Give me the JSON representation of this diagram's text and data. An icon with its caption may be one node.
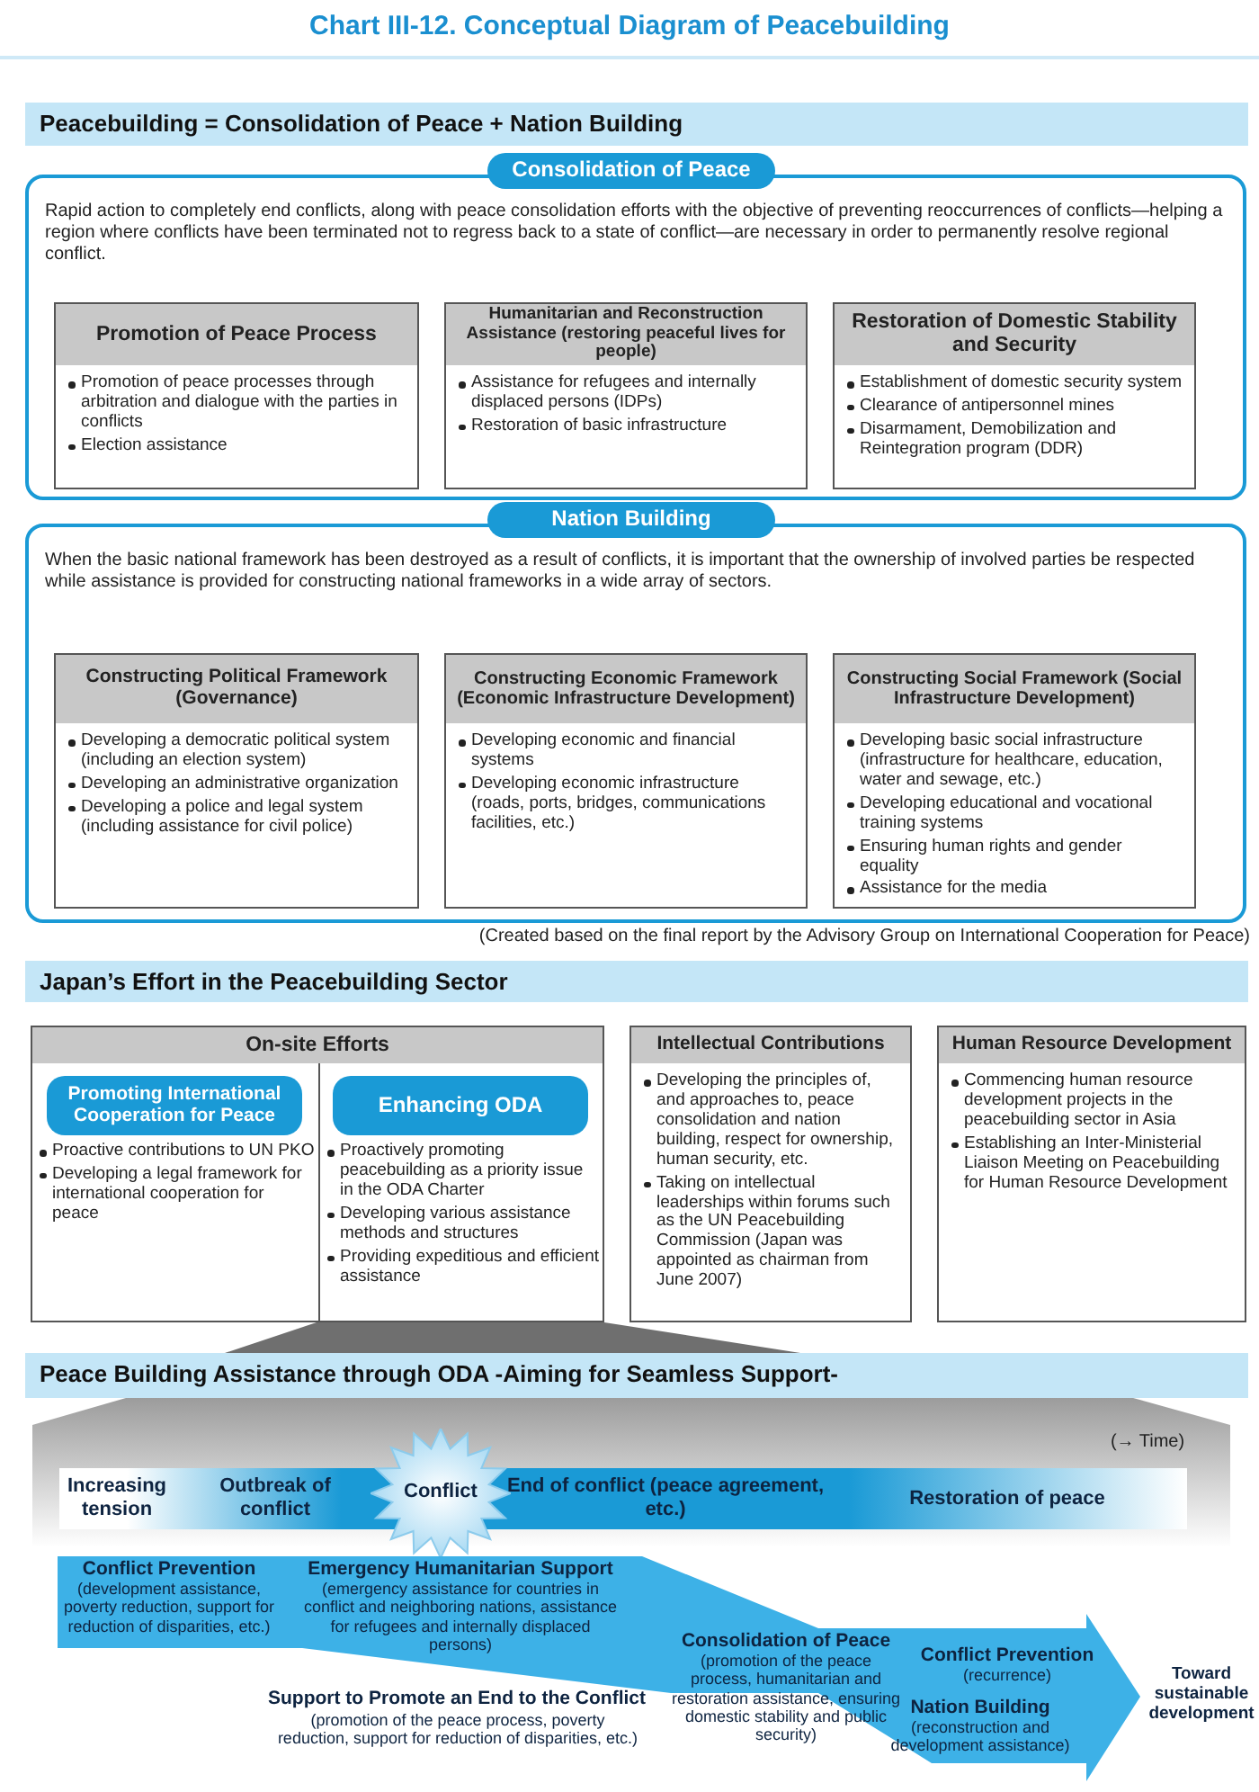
{
  "diagram": {
    "title": "Chart III-12. Conceptual Diagram of Peacebuilding",
    "nodes": [
      {
        "text": [
          "Peacebuilding = Consolidation of Peace + Nation Building"
        ]
      },
      {
        "text": [
          "Consolidation of Peace"
        ]
      },
      {
        "text": [
          "Rapid action to completely end conflicts, along with peace consolidation efforts with the objective of preventing reoccurrences of conflicts—helping a region where conflicts have been terminated not to regress back to a state of conflict—are necessary in order to permanently resolve regional conflict."
        ]
      },
      {
        "text": [
          "Promotion of Peace Process",
          "Promotion of peace processes through arbitration and dialogue with the parties in conflicts",
          "Election assistance"
        ],
        "in": 2
      },
      {
        "text": [
          "Humanitarian and Reconstruction Assistance (restoring peaceful lives for people)",
          "Assistance for refugees and internally displaced persons (IDPs)",
          "Restoration of basic infrastructure"
        ],
        "in": 2
      },
      {
        "text": [
          "Restoration of Domestic Stability and Security",
          "Establishment of domestic security system",
          "Clearance of antipersonnel mines",
          "Disarmament, Demobilization and Reintegration program (DDR)"
        ],
        "in": 2
      },
      {
        "text": [
          "Nation Building"
        ]
      },
      {
        "text": [
          "When the basic national framework has been destroyed as a result of conflicts, it is important that the ownership of involved parties be respected while assistance is provided for constructing national frameworks in a wide array of sectors."
        ]
      },
      {
        "text": [
          "Constructing Political Framework (Governance)",
          "Developing a democratic political system (including an election system)",
          "Developing an administrative organization",
          "Developing a police and legal system (including assistance for civil police)"
        ],
        "in": 7
      },
      {
        "text": [
          "Constructing Economic Framework (Economic Infrastructure Development)",
          "Developing economic and financial systems",
          "Developing economic infrastructure (roads, ports, bridges, communications facilities, etc.)"
        ],
        "in": 7
      },
      {
        "text": [
          "Constructing Social Framework (Social Infrastructure Development)",
          "Developing basic social infrastructure (infrastructure for healthcare, education, water and sewage, etc.)",
          "Developing educational and vocational training systems",
          "Ensuring human rights and gender equality",
          "Assistance for the media"
        ],
        "in": 7
      },
      {
        "text": [
          "Japan’s Effort in the Peacebuilding Sector"
        ]
      },
      {
        "text": [
          "On-site Efforts"
        ]
      },
      {
        "text": [
          "Promoting International Cooperation for Peace"
        ],
        "in": 12,
        "beside": [
          "Proactive contributions to UN PKO",
          "Developing a legal framework for international cooperation for peace"
        ]
      },
      {
        "text": [
          "Enhancing ODA"
        ],
        "in": 12,
        "beside": [
          "Proactively promoting peacebuilding as a priority issue in the ODA Charter",
          "Developing various assistance methods and structures",
          "Providing expeditious and efficient assistance"
        ]
      },
      {
        "text": [
          "Intellectual Contributions",
          "Developing the principles of, and approaches to, peace consolidation and nation building, respect for ownership, human security, etc.",
          "Taking on intellectual leaderships within forums such as the UN Peacebuilding Commission (Japan was appointed as chairman from June 2007)"
        ]
      },
      {
        "text": [
          "Human Resource Development",
          "Commencing human resource development projects in the peacebuilding sector in Asia",
          "Establishing an Inter-Ministerial Liaison Meeting on Peacebuilding for Human Resource Development"
        ]
      },
      {
        "text": [
          "Peace Building Assistance through ODA -Aiming for Seamless Support-"
        ]
      },
      {
        "text": [
          "Increasing tension",
          "Outbreak of conflict",
          "End of conflict (peace agreement, etc.)",
          "Restoration of peace"
        ]
      },
      {
        "text": [
          "Conflict"
        ]
      },
      {
        "text": [
          "Conflict Prevention",
          "(development assistance, poverty reduction, support for reduction of disparities, etc.)",
          "Emergency Humanitarian Support",
          "(emergency assistance for countries in conflict and neighboring nations, assistance for refugees and internally displaced persons)",
          "Consolidation of Peace",
          "(promotion of the peace process, humanitarian and restoration assistance, ensuring domestic stability and public security)",
          "Conflict Prevention",
          "(recurrence)",
          "Nation Building",
          "(reconstruction and development assistance)"
        ],
        "beside": [
          "Toward sustainable development"
        ]
      }
    ],
    "labels": [
      "(Created based on the final report by the Advisory Group on International Cooperation for Peace)",
      "(→ Time)",
      "Support to Promote an End to the Conflict",
      "(promotion of the peace process, poverty reduction, support for reduction of disparities, etc.)"
    ]
  }
}
